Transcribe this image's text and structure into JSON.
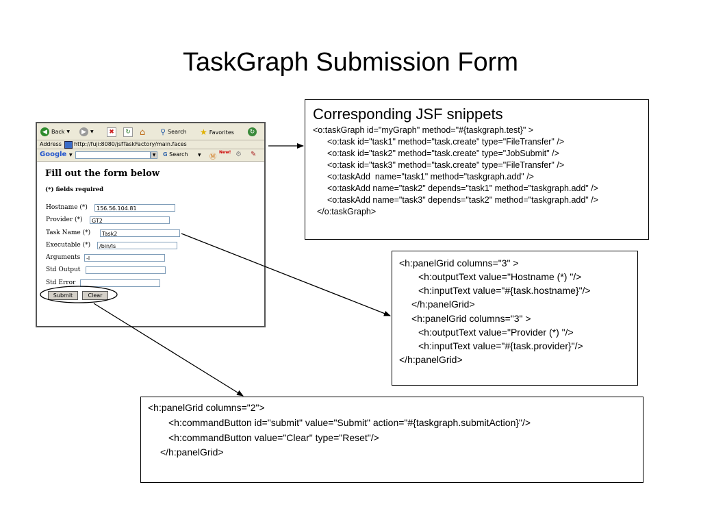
{
  "slide_title": "TaskGraph Submission Form",
  "browser": {
    "toolbar": {
      "back_label": "Back",
      "search_label": "Search",
      "favorites_label": "Favorites"
    },
    "address": {
      "label": "Address",
      "url": "http://fuji:8080/jsfTaskFactory/main.faces"
    },
    "google_bar": {
      "logo": "Google",
      "search_label": "Search",
      "new_badge": "New!"
    },
    "page": {
      "heading": "Fill out the form below",
      "required_note": "(*) fields required",
      "fields": [
        {
          "label": "Hostname (*)",
          "value": "156.56.104.81"
        },
        {
          "label": "Provider (*)",
          "value": "GT2"
        },
        {
          "label": "Task Name (*)",
          "value": "Task2"
        },
        {
          "label": "Executable (*)",
          "value": "/bin/ls"
        },
        {
          "label": "Arguments",
          "value": "-l"
        },
        {
          "label": "Std Output",
          "value": ""
        },
        {
          "label": "Std Error",
          "value": ""
        }
      ],
      "submit_label": "Submit",
      "clear_label": "Clear"
    }
  },
  "jsf_box": {
    "title": "Corresponding JSF snippets",
    "lines": [
      "<o:taskGraph id=\"myGraph\" method=\"#{taskgraph.test}\" >",
      "<o:task id=\"task1\" method=\"task.create\" type=\"FileTransfer\" />",
      "<o:task id=\"task2\" method=\"task.create\" type=\"JobSubmit\" />",
      "<o:task id=\"task3\" method=\"task.create\" type=\"FileTransfer\" />",
      "<o:taskAdd  name=\"task1\" method=\"taskgraph.add\" />",
      "<o:taskAdd name=\"task2\" depends=\"task1\" method=\"taskgraph.add\" />",
      "<o:taskAdd name=\"task3\" depends=\"task2\" method=\"taskgraph.add\" />",
      "</o:taskGraph>"
    ]
  },
  "panel_box": {
    "lines": [
      "<h:panelGrid columns=\"3\" >",
      "<h:outputText value=\"Hostname (*) \"/>",
      "<h:inputText value=\"#{task.hostname}\"/>",
      "</h:panelGrid>",
      "<h:panelGrid columns=\"3\" >",
      "<h:outputText value=\"Provider (*) \"/>",
      "<h:inputText value=\"#{task.provider}\"/>",
      "</h:panelGrid>"
    ]
  },
  "command_box": {
    "lines": [
      "<h:panelGrid columns=\"2\">",
      "<h:commandButton id=\"submit\" value=\"Submit\" action=\"#{taskgraph.submitAction}\"/>",
      "<h:commandButton value=\"Clear\" type=\"Reset\"/>",
      "</h:panelGrid>"
    ]
  }
}
